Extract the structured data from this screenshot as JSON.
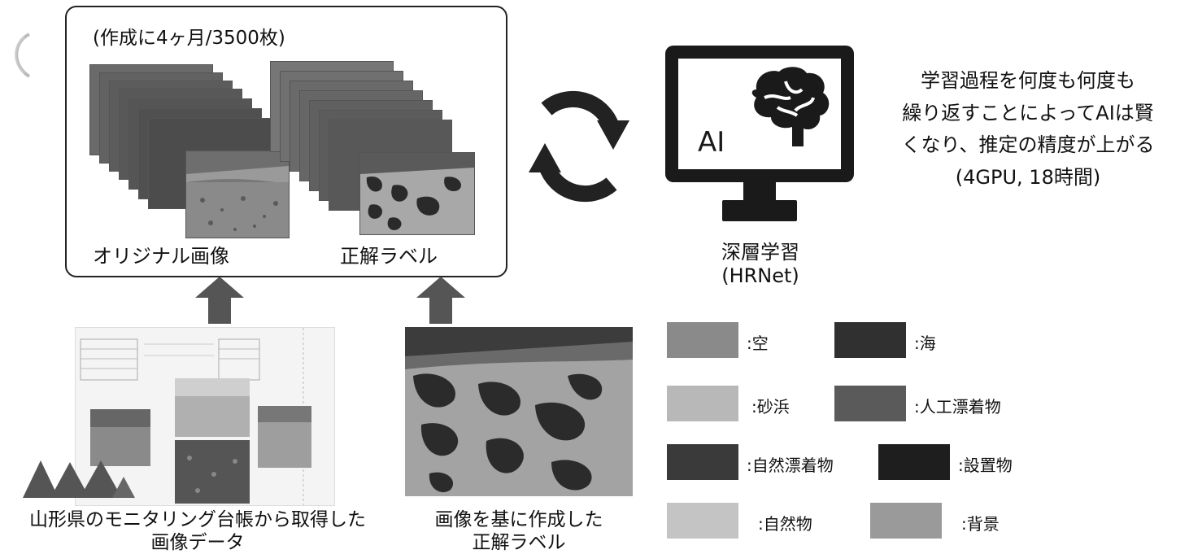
{
  "dataset": {
    "note": "(作成に4ヶ月/3500枚)",
    "original_label": "オリジナル画像",
    "label_label": "正解ラベル"
  },
  "bottom": {
    "source_caption_line1": "山形県のモニタリング台帳から取得した",
    "source_caption_line2": "画像データ",
    "label_caption_line1": "画像を基に作成した",
    "label_caption_line2": "正解ラベル"
  },
  "ai": {
    "monitor_text": "AI",
    "model_line1": "深層学習",
    "model_line2": "(HRNet)"
  },
  "description": {
    "line1": "学習過程を何度も何度も",
    "line2": "繰り返すことによってAIは賢",
    "line3": "くなり、推定の精度が上がる",
    "line4": "(4GPU, 18時間)"
  },
  "legend": {
    "items": [
      {
        "label": ":空",
        "color": "#8a8a8a"
      },
      {
        "label": ":海",
        "color": "#303030"
      },
      {
        "label": ":砂浜",
        "color": "#b8b8b8"
      },
      {
        "label": ":人工漂着物",
        "color": "#5a5a5a"
      },
      {
        "label": ":自然漂着物",
        "color": "#3a3a3a"
      },
      {
        "label": ":設置物",
        "color": "#1e1e1e"
      },
      {
        "label": ":自然物",
        "color": "#c4c4c4"
      },
      {
        "label": ":背景",
        "color": "#9a9a9a"
      }
    ]
  }
}
